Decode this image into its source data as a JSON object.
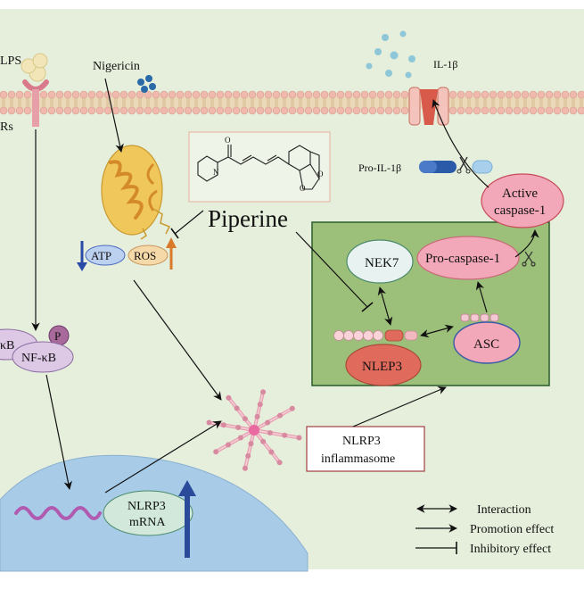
{
  "labels": {
    "lps": "LPS",
    "tlrs": "Rs",
    "nigericin": "Nigericin",
    "il1b": "IL-1β",
    "pro_il1b": "Pro-IL-1β",
    "piperine": "Piperine",
    "atp": "ATP",
    "ros": "ROS",
    "nek7": "NEK7",
    "pro_caspase": "Pro-caspase-1",
    "active_caspase_line1": "Active",
    "active_caspase_line2": "caspase-1",
    "nlep3": "NLEP3",
    "asc": "ASC",
    "p": "P",
    "ikb": "κB",
    "nfkb": "NF-κB",
    "inflammasome_line1": "NLRP3",
    "inflammasome_line2": "inflammasome",
    "mrna_line1": "NLRP3",
    "mrna_line2": "mRNA"
  },
  "legend": {
    "interaction": "Interaction",
    "promotion": "Promotion effect",
    "inhibitory": "Inhibitory effect"
  },
  "colors": {
    "background": "#e6eedc",
    "membrane_head": "#f0b9ad",
    "membrane_tail": "#ead8b8",
    "complex_box": "#9cc07a",
    "complex_border": "#2a5a2a",
    "nucleus": "#a8cce8",
    "mito_outer": "#f0c75a",
    "mito_inner": "#d48a2a",
    "nek7_fill": "#e8f2f0",
    "procasp_fill": "#f2a8b8",
    "nlep3_fill": "#e06a5c",
    "asc_fill": "#f2a8b8",
    "asc_border": "#3a5aa8",
    "nfkb_fill": "#ddc8e6",
    "p_fill": "#a86a9a",
    "mrna_wave": "#b05ab0",
    "mrna_arrow": "#2a4a9a",
    "atp_fill": "#bcd0f0",
    "ros_fill": "#f5d9a8",
    "il1b_dot": "#8ec8d8",
    "channel": "#d85a4a",
    "nigericin_dot": "#2a6aa8",
    "inhibit_box": "#e8b0a0"
  },
  "icons": {
    "lps": "lps-receptor-icon",
    "mitochondrion": "mitochondrion-icon",
    "piperine_structure": "piperine-structure-icon",
    "il1b_channel": "channel-pore-icon",
    "pro_il1b": "pro-il1b-cleavage-icon",
    "inflammasome": "inflammasome-star-icon",
    "mrna": "mrna-wave-icon"
  }
}
